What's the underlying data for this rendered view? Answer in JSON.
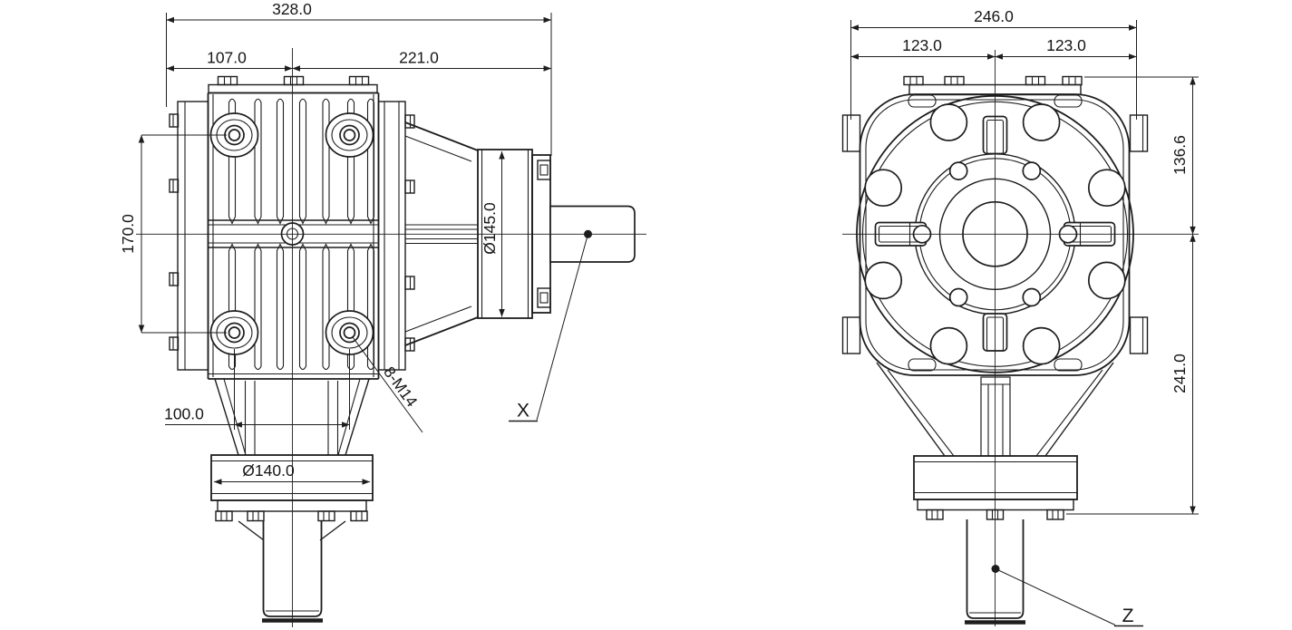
{
  "side_view": {
    "dim_overall_width": "328.0",
    "dim_front_segment": "107.0",
    "dim_rear_segment": "221.0",
    "dim_bolt_spacing_vertical": "170.0",
    "dim_bolt_spacing_horizontal": "100.0",
    "dim_output_flange_diameter": "Ø140.0",
    "dim_input_flange_diameter": "Ø145.0",
    "bolt_thread_callout": "8-M14",
    "input_shaft_label": "X"
  },
  "front_view": {
    "dim_overall_width": "246.0",
    "dim_left_half": "123.0",
    "dim_right_half": "123.0",
    "dim_top_to_axis": "136.6",
    "dim_axis_to_mount_face": "241.0",
    "output_shaft_label": "Z"
  },
  "style": {
    "line_color": "#1d1d1d",
    "background_color": "#ffffff"
  }
}
